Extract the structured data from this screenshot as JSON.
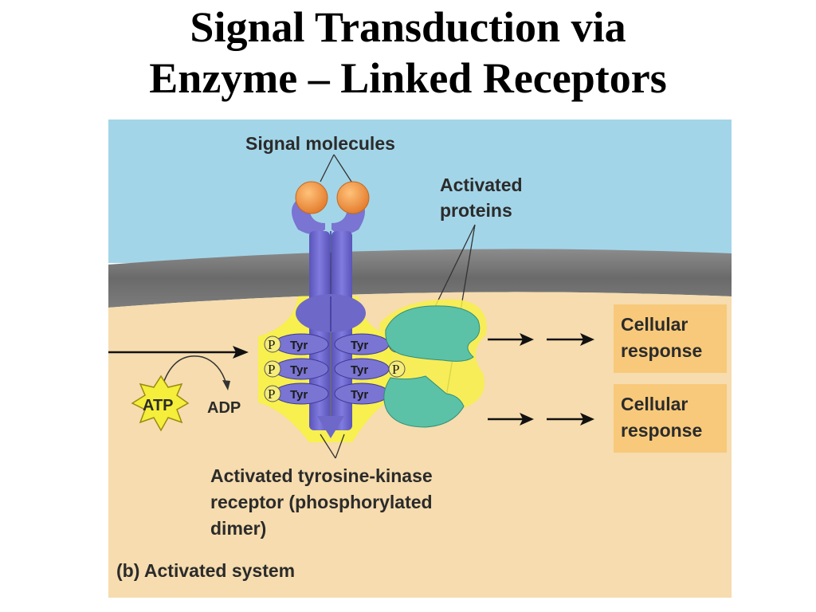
{
  "slide": {
    "title_line1": "Signal Transduction via",
    "title_line2": "Enzyme – Linked Receptors"
  },
  "figure": {
    "signal_molecules_label": "Signal molecules",
    "activated_proteins_line1": "Activated",
    "activated_proteins_line2": "proteins",
    "residue_label": "Tyr",
    "phosphate_label": "P",
    "atp_label": "ATP",
    "adp_label": "ADP",
    "cellular_response_line1": "Cellular",
    "cellular_response_line2": "response",
    "receptor_line1": "Activated tyrosine-kinase",
    "receptor_line2": "receptor (phosphorylated",
    "receptor_line3": "dimer)",
    "panel_caption": "(b) Activated system",
    "colors": {
      "extracellular": "#9fd3e6",
      "membrane": "#767676",
      "cytoplasm": "#f6d9a8",
      "receptor": "#6e68c8",
      "signal_molecule": "#f29a3a",
      "activated_protein": "#5cc2a7",
      "highlight_glow": "#f7f04a",
      "response_box": "#f8c97a",
      "atp_star": "#f5ee3a"
    }
  }
}
